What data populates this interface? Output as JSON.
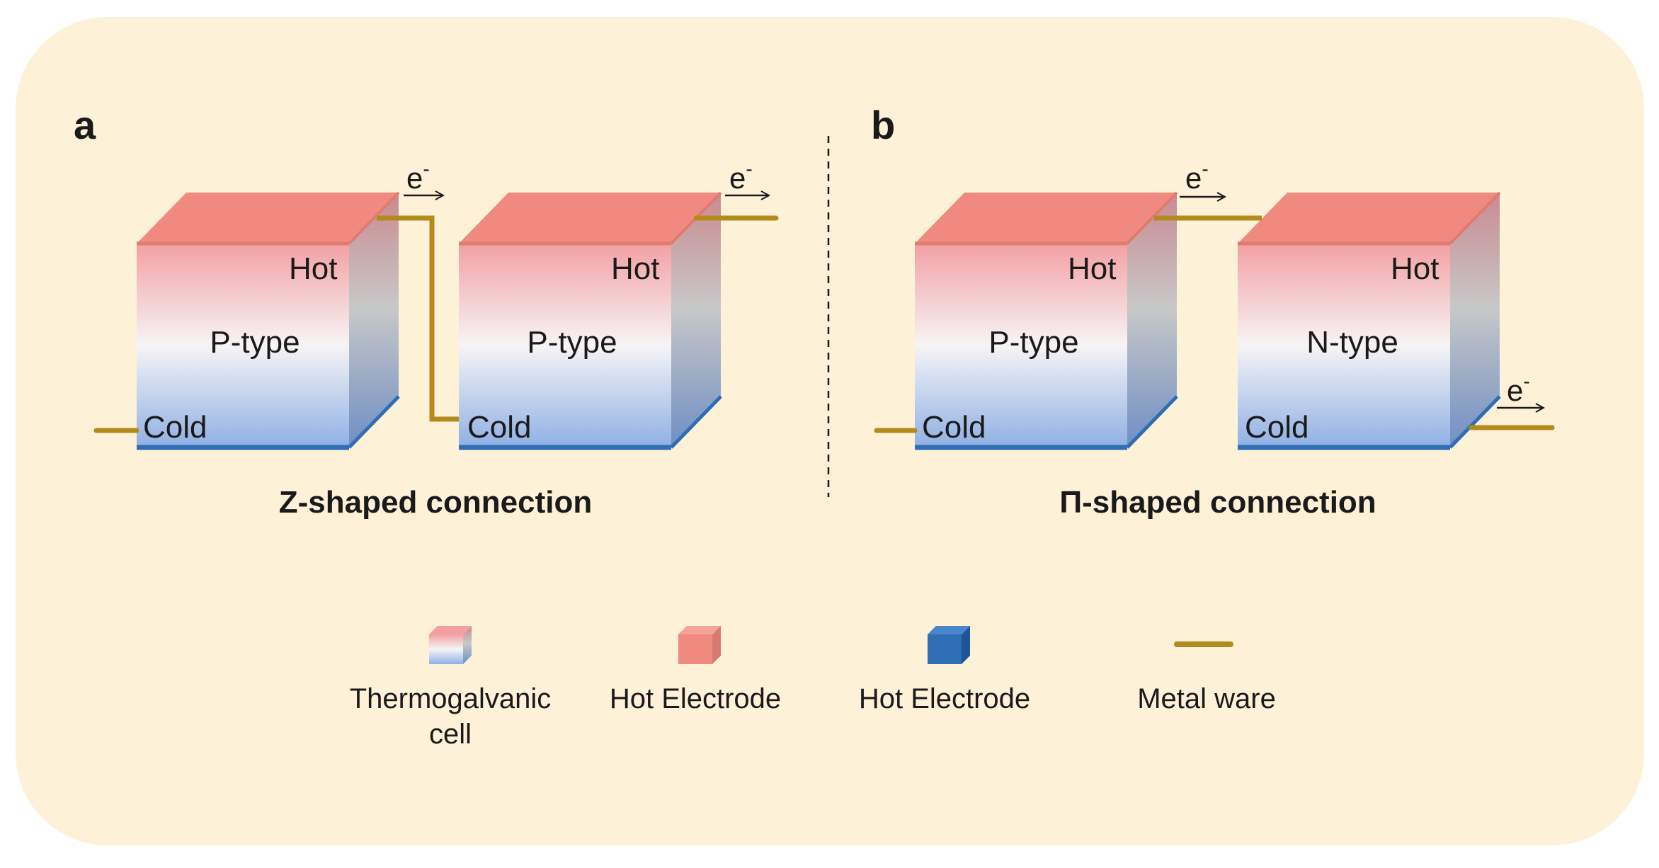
{
  "colors": {
    "panel_bg": "#fdf1d8",
    "hot_red": "#f08a80",
    "hot_side": "#d97a72",
    "cold_blue": "#8fb0e4",
    "cold_edge": "#2f6db5",
    "side_grey": "#b8b8b8",
    "wire_gold": "#b38a1c",
    "text": "#1a1a1a"
  },
  "panel_a": {
    "letter": "a",
    "caption": "Z-shaped connection",
    "cell1": {
      "hot": "Hot",
      "type": "P-type",
      "cold": "Cold"
    },
    "cell2": {
      "hot": "Hot",
      "type": "P-type",
      "cold": "Cold"
    },
    "electron1": "e",
    "electron2": "e",
    "electron_sup": "-"
  },
  "panel_b": {
    "letter": "b",
    "caption": "Π-shaped connection",
    "cell1": {
      "hot": "Hot",
      "type": "P-type",
      "cold": "Cold"
    },
    "cell2": {
      "hot": "Hot",
      "type": "N-type",
      "cold": "Cold"
    },
    "electron1": "e",
    "electron2": "e",
    "electron_sup": "-"
  },
  "legend": {
    "item1": {
      "line1": "Thermogalvanic",
      "line2": "cell"
    },
    "item2": {
      "line1": "Hot Electrode"
    },
    "item3": {
      "line1": "Hot Electrode"
    },
    "item4": {
      "line1": "Metal ware"
    }
  }
}
